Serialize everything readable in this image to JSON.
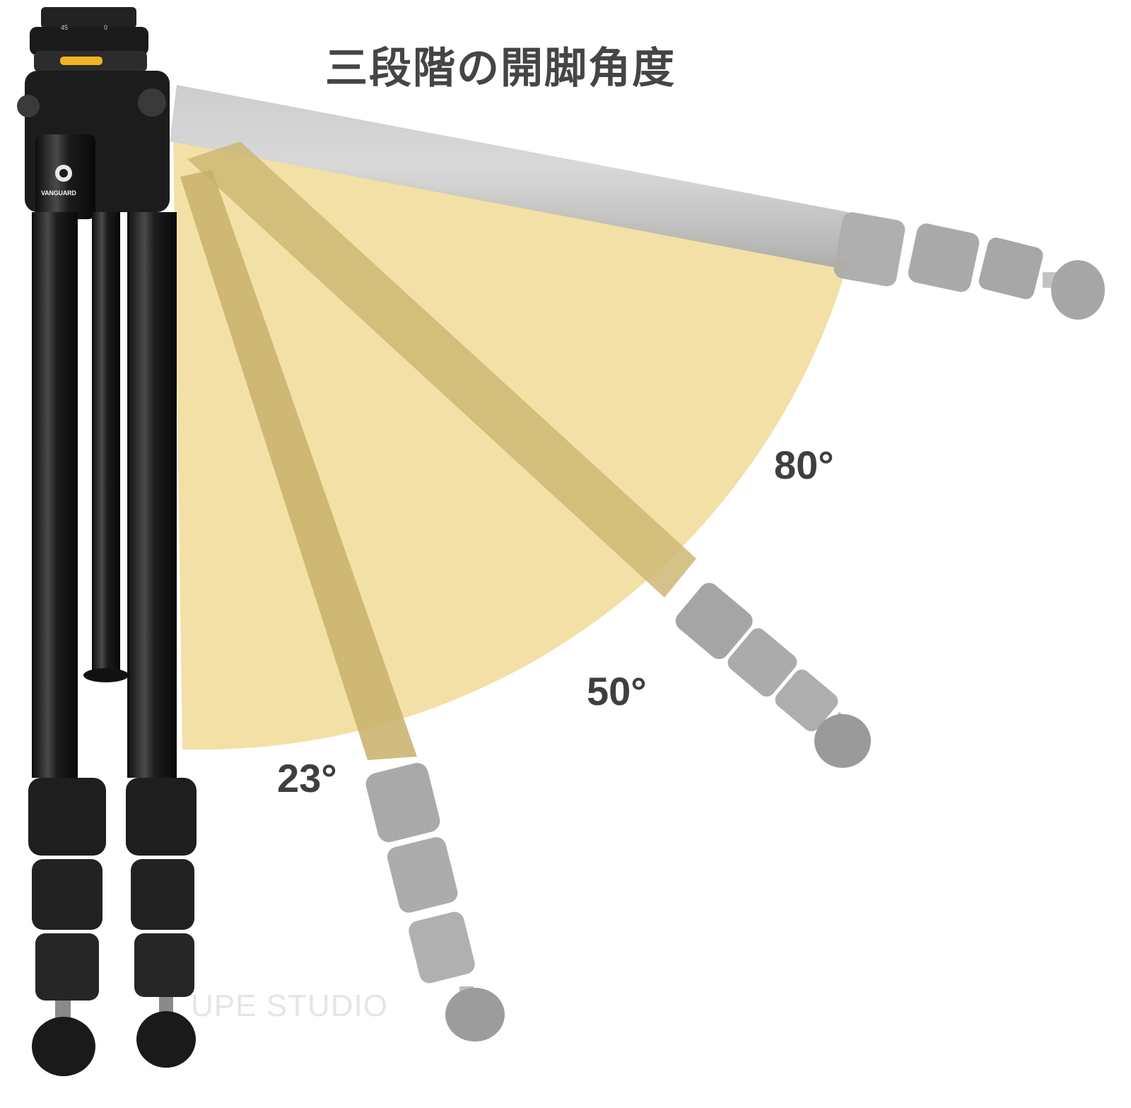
{
  "title": "三段階の開脚角度",
  "angles": {
    "a80": "80°",
    "a50": "50°",
    "a23": "23°"
  },
  "brand": {
    "logo_text": "VANGUARD"
  },
  "dial": {
    "mark_45": "45",
    "mark_0": "0"
  },
  "watermark": "UPE STUDIO",
  "colors": {
    "sector_fill": "#f3e0a6",
    "title_text": "#454545",
    "label_text": "#3f3f3f",
    "ghost_leg": "#b8b8b8",
    "dark_leg": "#1e1e1e",
    "accent_yellow": "#f0b321"
  }
}
